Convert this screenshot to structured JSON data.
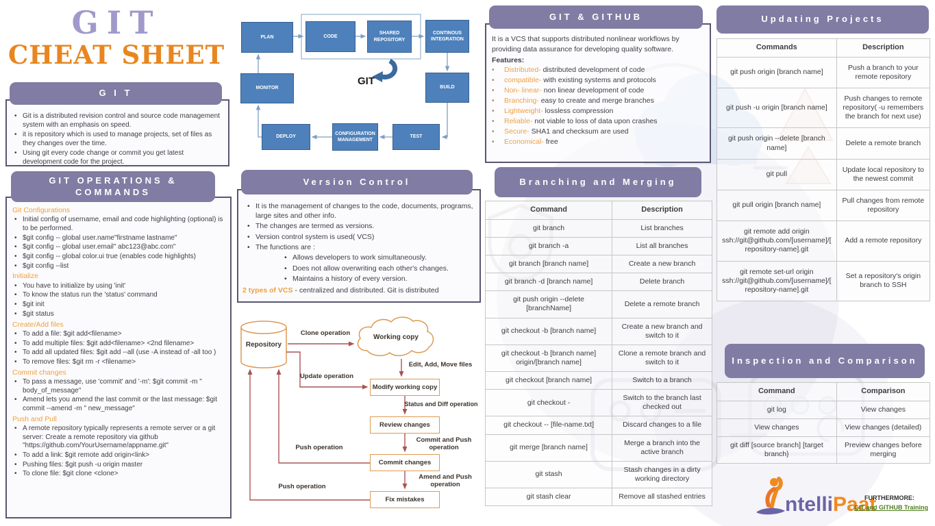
{
  "colors": {
    "header_bar": "#807ca3",
    "title_purple": "#a09aca",
    "title_orange": "#e8861f",
    "subhead_orange": "#f0a03c",
    "diagram_blue": "#4e81bb",
    "flow_box_border": "#dd9a50",
    "flow_arrow": "#a85555",
    "link_green": "#4e7e1e",
    "logo_purple": "#6a64a8",
    "logo_orange": "#f08a20"
  },
  "title": {
    "line1": "GIT",
    "line2": "CHEAT SHEET"
  },
  "git": {
    "header": "G I T",
    "bullets": [
      "Git is a distributed revision control and source code management system with an emphasis on speed.",
      "it is repository which is used to manage projects, set of files as they changes over the time.",
      "Using git every code change or commit you get latest development code for the project."
    ]
  },
  "ops": {
    "header": "GIT OPERATIONS & COMMANDS",
    "groups": [
      {
        "title": "Git Configurations",
        "items": [
          "Initial config of username, email and code highlighting (optional) is to be performed.",
          "$git config -- global user.name\"firstname lastname\"",
          "$git config -- global user.email\" abc123@abc.com\"",
          "$git config -- global color.ui true (enables code highlights)",
          "$git config --list"
        ]
      },
      {
        "title": "Initialize",
        "items": [
          "You have to initialize by using 'init'",
          "To know the status run the 'status' command",
          "$git init",
          "$git status"
        ]
      },
      {
        "title": "Create/Add files",
        "items": [
          "To add a file: $git add<filename>",
          "To add multiple files: $git add<filename> <2nd filename>",
          "To add all updated files: $git add --all (use -A instead of -all too )",
          "To remove files: $git rm -r <filename>"
        ]
      },
      {
        "title": "Commit changes",
        "items": [
          "To pass a message, use 'commit' and '-m': $git commit -m \" body_of_message\"",
          "Amend lets you amend the last commit or the last message: $git commit --amend -m \" new_message\""
        ]
      },
      {
        "title": "Push and Pull",
        "items": [
          "A remote repository typically represents a remote server or a git server: Create a remote repository via github \"https://github.com/YourUsername/appname.git\"",
          "To add a link: $git remote add origin<link>",
          "Pushing files: $git push -u origin master",
          "To clone file: $git clone <clone>"
        ]
      }
    ]
  },
  "devops": {
    "nodes": {
      "plan": "PLAN",
      "code": "CODE",
      "shared": "SHARED REPOSITORY",
      "ci": "CONTINOUS INTEGRATION",
      "monitor": "MONITOR",
      "build": "BUILD",
      "deploy": "DEPLOY",
      "config": "CONFIGURATION MANAGEMENT",
      "test": "TEST"
    },
    "git_label": "GIT"
  },
  "version_control": {
    "header": "Version Control",
    "bullets": [
      "It is the management of changes to the code, documents, programs, large sites and other info.",
      "The changes are termed as versions.",
      "Version control system is used( VCS)",
      "The functions are :"
    ],
    "sub_bullets": [
      "Allows developers to work simultaneously.",
      "Does not allow overwriting each other's changes.",
      "Maintains a history of every version."
    ],
    "footer_highlight": "2 types of VCS",
    "footer_rest": " - centralized and distributed. Git is distributed"
  },
  "flow": {
    "nodes": {
      "repository": "Repository",
      "working_copy": "Working copy",
      "modify": "Modify working copy",
      "review": "Review changes",
      "commit": "Commit changes",
      "fix": "Fix mistakes"
    },
    "labels": {
      "clone": "Clone operation",
      "edit": "Edit, Add, Move files",
      "update": "Update operation",
      "status": "Status and Diff operation",
      "commit_push": "Commit and Push operation",
      "push1": "Push operation",
      "amend_push": "Amend and Push operation",
      "push2": "Push operation"
    }
  },
  "git_github": {
    "header": "GIT & GITHUB",
    "intro": "It is a VCS that supports distributed nonlinear workflows by providing data assurance for developing quality software.",
    "features_label": "Features:",
    "features": [
      {
        "key": "Distributed-",
        "rest": " distributed development of code"
      },
      {
        "key": "compatible-",
        "rest": " with existing systems and protocols"
      },
      {
        "key": "Non- linear-",
        "rest": " non linear development of code"
      },
      {
        "key": "Branching-",
        "rest": " easy to create and merge branches"
      },
      {
        "key": "Lightweight-",
        "rest": " lossless compression"
      },
      {
        "key": "Reliable-",
        "rest": " not viable to loss of data upon crashes"
      },
      {
        "key": "Secure-",
        "rest": " SHA1 and checksum are used"
      },
      {
        "key": "Economical-",
        "rest": " free"
      }
    ]
  },
  "branching": {
    "header": "Branching and Merging",
    "columns": [
      "Command",
      "Description"
    ],
    "rows": [
      [
        "git branch",
        "List branches"
      ],
      [
        "git branch -a",
        "List all branches"
      ],
      [
        "git branch [branch name]",
        "Create a new branch"
      ],
      [
        "git branch -d [branch name]",
        "Delete branch"
      ],
      [
        "git push origin --delete [branchName]",
        "Delete a remote branch"
      ],
      [
        "git checkout -b [branch name]",
        "Create a new branch and switch to it"
      ],
      [
        "git checkout -b [branch name] origin/[branch name]",
        "Clone a remote branch and switch to it"
      ],
      [
        "git checkout [branch name]",
        "Switch to a branch"
      ],
      [
        "git checkout -",
        "Switch to the branch last checked out"
      ],
      [
        "git checkout -- [file-name.txt]",
        "Discard changes to a file"
      ],
      [
        "git merge [branch name]",
        "Merge a branch into the active branch"
      ],
      [
        "git stash",
        "Stash changes in a dirty working directory"
      ],
      [
        "git stash clear",
        "Remove all stashed entries"
      ]
    ]
  },
  "updating": {
    "header": "Updating Projects",
    "columns": [
      "Commands",
      "Description"
    ],
    "rows": [
      [
        "git push origin [branch name]",
        "Push a branch to your remote repository"
      ],
      [
        "git push -u origin [branch name]",
        "Push changes to remote repository( -u remembers the branch for next use)"
      ],
      [
        "git push origin --delete [branch name]",
        "Delete a remote branch"
      ],
      [
        "git pull",
        "Update local repository to the newest commit"
      ],
      [
        "git pull origin [branch name]",
        "Pull changes from remote repository"
      ],
      [
        "git remote add origin ssh://git@github.com/[username]/[repository-name].git",
        "Add a remote repository"
      ],
      [
        "git remote set-url origin ssh://git@github.com/[username]/[repository-name].git",
        "Set a repository's origin branch to SSH"
      ]
    ]
  },
  "inspection": {
    "header": "Inspection and Comparison",
    "columns": [
      "Command",
      "Comparison"
    ],
    "rows": [
      [
        "git log",
        "View changes"
      ],
      [
        "View changes",
        "View changes (detailed)"
      ],
      [
        "git diff [source branch] [target branch}",
        "Preview changes before merging"
      ]
    ]
  },
  "footer": {
    "logo_part1": "ntelli",
    "logo_part2": "Paat",
    "furthermore": "FURTHERMORE:",
    "link": "GIT and GITHUB Training"
  }
}
